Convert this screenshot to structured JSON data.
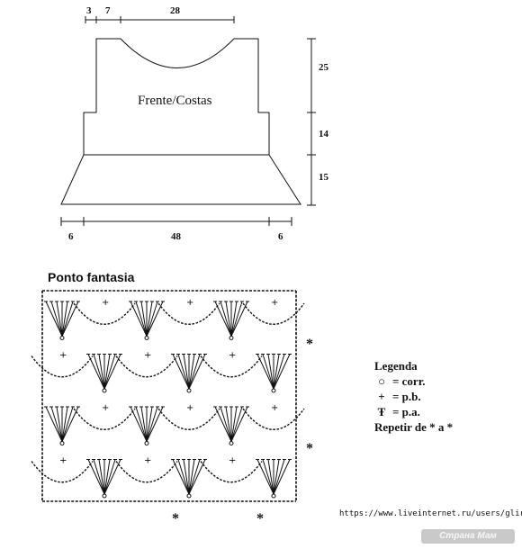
{
  "schematic": {
    "label": "Frente/Costas",
    "top_dims": [
      "3",
      "7",
      "28"
    ],
    "right_dims": [
      "25",
      "14",
      "15"
    ],
    "bottom_dims": [
      "6",
      "48",
      "6"
    ]
  },
  "stitch_chart": {
    "title": "Ponto fantasia",
    "repeat_mark": "*"
  },
  "legend": {
    "title": "Legenda",
    "items": [
      {
        "symbol": "○",
        "symbol_icon": "chain-symbol-icon",
        "text": "= corr."
      },
      {
        "symbol": "+",
        "symbol_icon": "single-crochet-symbol-icon",
        "text": "= p.b."
      },
      {
        "symbol": "Ŧ",
        "symbol_icon": "double-crochet-symbol-icon",
        "text": "= p.a."
      }
    ],
    "repeat_text": "Repetir de * a *"
  },
  "source_url": "https://www.liveinternet.ru/users/glira/",
  "watermark_text": "Страна Мам"
}
